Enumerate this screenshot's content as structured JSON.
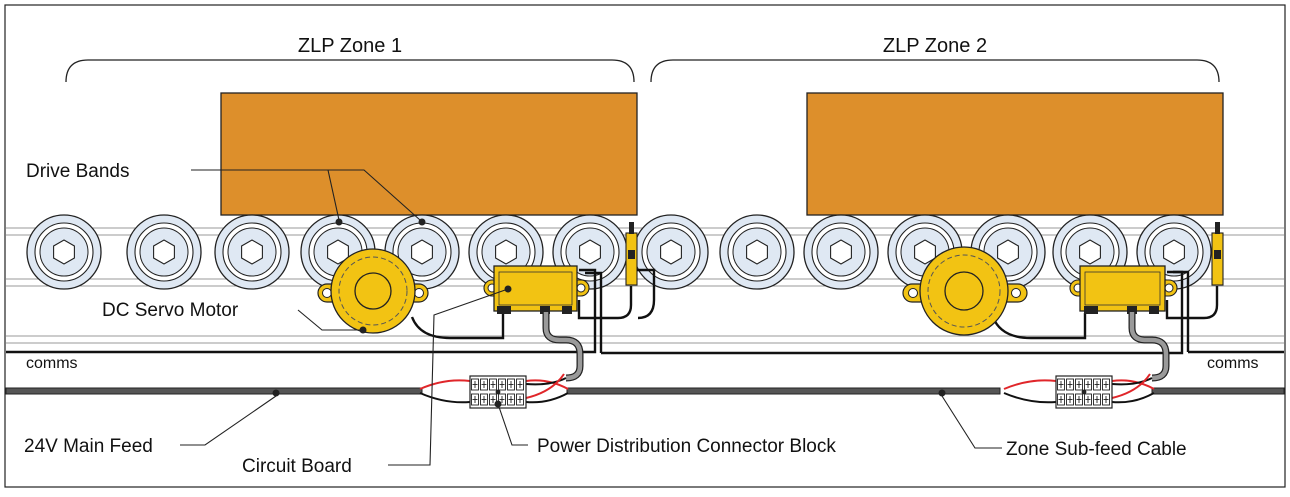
{
  "zones": [
    {
      "title": "ZLP Zone 1"
    },
    {
      "title": "ZLP Zone 2"
    }
  ],
  "labels": {
    "drive_bands": "Drive Bands",
    "dc_servo_motor": "DC Servo Motor",
    "comms_left": "comms",
    "comms_right": "comms",
    "main_feed": "24V Main Feed",
    "circuit_board": "Circuit Board",
    "connector_block": "Power Distribution Connector Block",
    "sub_feed": "Zone Sub-feed Cable"
  },
  "colors": {
    "carton": "#dd8f2b",
    "motor": "#f2c313",
    "controller": "#f2c313",
    "roller": "#dfe8f3",
    "feed_cable": "#555555",
    "red_wire": "#e0262a"
  }
}
